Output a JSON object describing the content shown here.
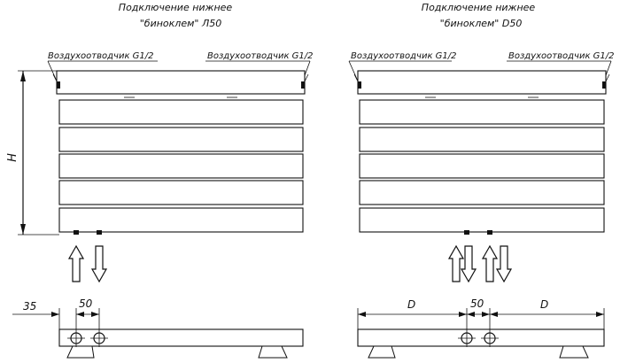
{
  "left_scheme": {
    "title_line1": "Подключение нижнее",
    "title_line2": "\"биноклем\" Л50",
    "vent_left_label": "Воздухоотводчик G1/2",
    "vent_right_label": "Воздухоотводчик G1/2",
    "height_label": "H",
    "dim_offset": "35",
    "dim_spacing": "50"
  },
  "right_scheme": {
    "title_line1": "Подключение нижнее",
    "title_line2": "\"биноклем\" D50",
    "vent_left_label": "Воздухоотводчик G1/2",
    "vent_right_label": "Воздухоотводчик G1/2",
    "dim_left": "D",
    "dim_spacing": "50",
    "dim_right": "D"
  },
  "panels_count": 6
}
